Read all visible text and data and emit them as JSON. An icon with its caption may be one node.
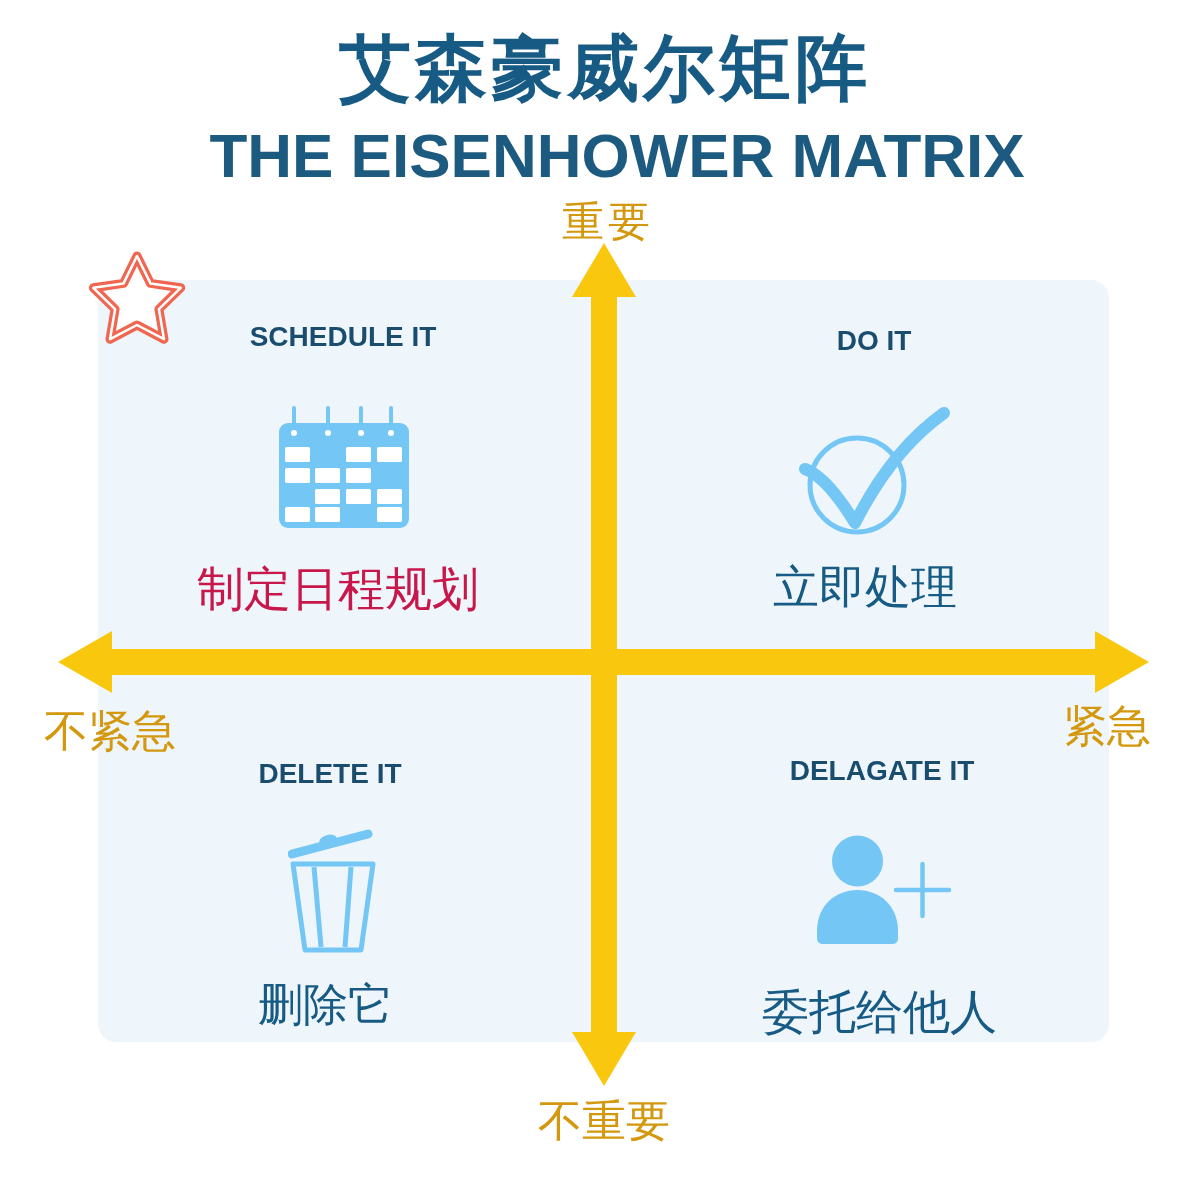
{
  "diagram": {
    "title": "艾森豪威尔矩阵",
    "nodes": [
      {
        "text": [
          "SCHEDULE IT",
          "制定日程规划"
        ]
      },
      {
        "text": [
          "DO IT",
          "立即处理"
        ]
      },
      {
        "text": [
          "DELETE IT",
          "删除它"
        ]
      },
      {
        "text": [
          "DELAGATE IT",
          "委托给他人"
        ]
      }
    ],
    "labels": [
      "THE EISENHOWER MATRIX",
      "重要",
      "不紧急",
      "紧急",
      "不重要"
    ]
  }
}
